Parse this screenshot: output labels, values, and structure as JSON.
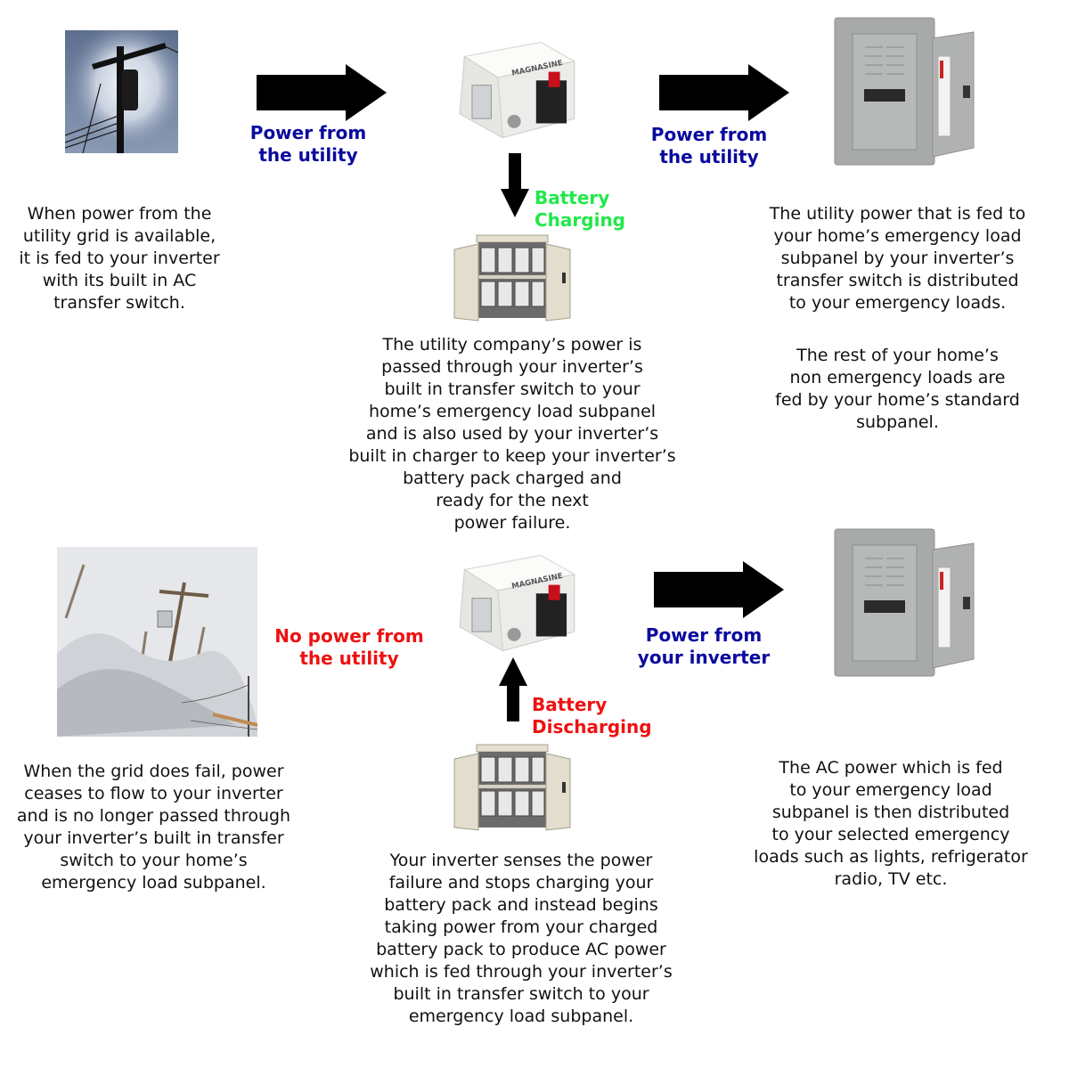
{
  "colors": {
    "utility_label": "#0a0a9e",
    "charging_label": "#22e84a",
    "outage_label": "#ee1111",
    "arrow": "#000000"
  },
  "top": {
    "grid_image": {
      "icon": "utility-pole-icon",
      "description": "Utility pole against sky"
    },
    "arrow1_label": "Power from\nthe utility",
    "inverter_image": {
      "icon": "inverter-icon",
      "brand": "MAGNASINE"
    },
    "arrow2_label": "Power from\nthe utility",
    "panel_image": {
      "icon": "load-subpanel-icon"
    },
    "charging_label": "Battery\nCharging",
    "battery_image": {
      "icon": "battery-cabinet-icon"
    },
    "left_text": "When power from the\nutility grid is available,\nit is fed to your inverter\nwith its built in AC\ntransfer switch.",
    "center_text": "The utility company’s power is\npassed through your inverter’s\nbuilt in transfer switch to your\nhome’s emergency load subpanel\nand is also used by your inverter’s\nbuilt in charger to keep your inverter’s\nbattery pack charged and\nready for the next\npower failure.",
    "right_text": "The utility power that is fed to\nyour home’s emergency load\nsubpanel by your inverter’s\ntransfer switch is distributed\nto your emergency loads.",
    "right_text_2": "The rest of your home’s\nnon emergency loads are\nfed by your home’s standard\nsubpanel."
  },
  "bottom": {
    "grid_image": {
      "icon": "ice-storm-downed-lines-icon",
      "description": "Ice storm with downed power lines"
    },
    "no_power_label": "No power from\nthe utility",
    "inverter_image": {
      "icon": "inverter-icon",
      "brand": "MAGNASINE"
    },
    "arrow_label": "Power from\nyour inverter",
    "panel_image": {
      "icon": "load-subpanel-icon"
    },
    "discharging_label": "Battery\nDischarging",
    "battery_image": {
      "icon": "battery-cabinet-icon"
    },
    "left_text": "When the grid does fail, power\nceases to flow to your inverter\nand is no longer passed through\nyour inverter’s built in transfer\nswitch to your home’s\nemergency load subpanel.",
    "center_text": "Your inverter senses the power\nfailure and stops charging your\nbattery pack and instead begins\ntaking power from your charged\nbattery pack to produce AC power\nwhich is fed through your inverter’s\nbuilt in transfer switch to your\nemergency load subpanel.",
    "right_text": "The AC power which is fed\nto your emergency load\nsubpanel is then distributed\nto your selected emergency\nloads such as lights, refrigerator\nradio, TV etc."
  }
}
